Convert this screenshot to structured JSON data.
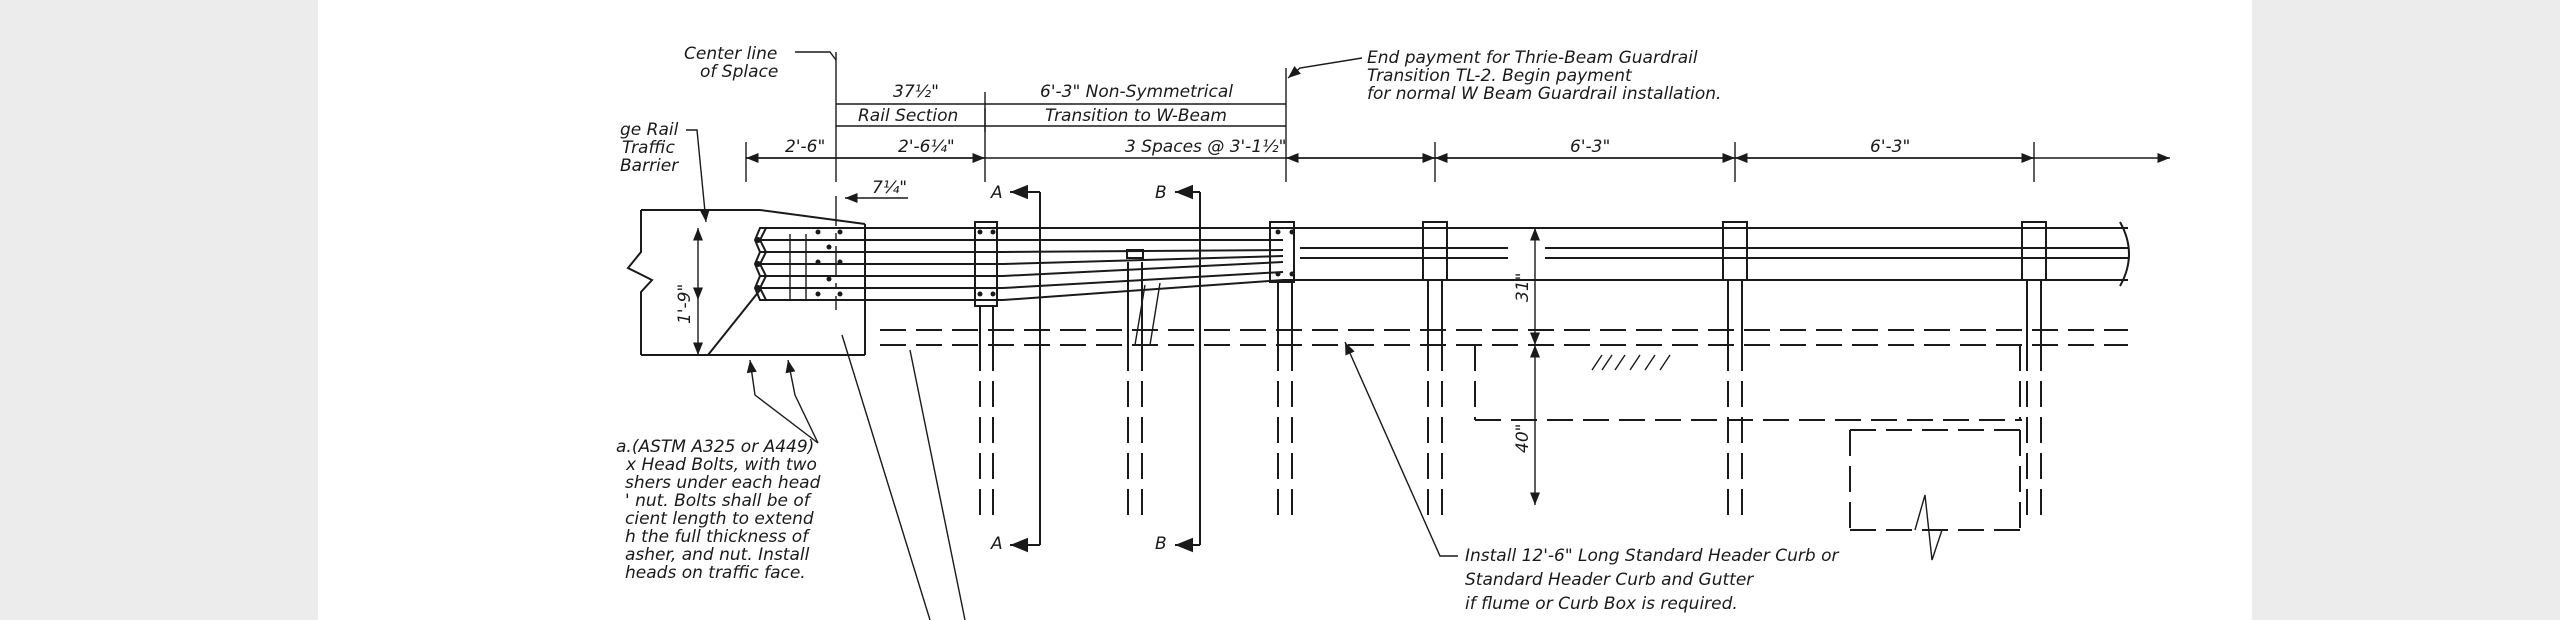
{
  "labels": {
    "center_line_1": "Center line",
    "center_line_2": "of Splace",
    "bridge_rail_1": "ge Rail",
    "bridge_rail_2": "Traffic",
    "bridge_rail_3": "Barrier",
    "rail_section_dim": "37½\"",
    "rail_section": "Rail Section",
    "transition_dim": "6'-3\" Non-Symmetrical",
    "transition_label": "Transition to W-Beam",
    "end_payment_1": "End payment for Thrie-Beam Guardrail",
    "end_payment_2": "Transition TL-2. Begin payment",
    "end_payment_3": "for normal W Beam Guardrail installation."
  },
  "dimensions": {
    "d1": "2'-6\"",
    "d2": "2'-6¼\"",
    "d3": "3 Spaces @ 3'-1½\"",
    "d4": "6'-3\"",
    "d5": "6'-3\"",
    "d6": "7¼\"",
    "height_1": "1'-9\"",
    "height_2": "31\"",
    "height_3": "40\""
  },
  "sections": {
    "a": "A",
    "b": "B"
  },
  "notes": {
    "bolts": [
      "a.(ASTM A325 or A449)",
      "x Head Bolts, with two",
      "shers under each head",
      "' nut. Bolts shall be of",
      "cient length to extend",
      "h the full thickness of",
      "asher, and nut. Install",
      "heads on traffic face."
    ],
    "curb": [
      "Install 12'-6\" Long Standard Header Curb or",
      "Standard Header Curb and Gutter",
      "if flume or Curb Box is required."
    ]
  }
}
